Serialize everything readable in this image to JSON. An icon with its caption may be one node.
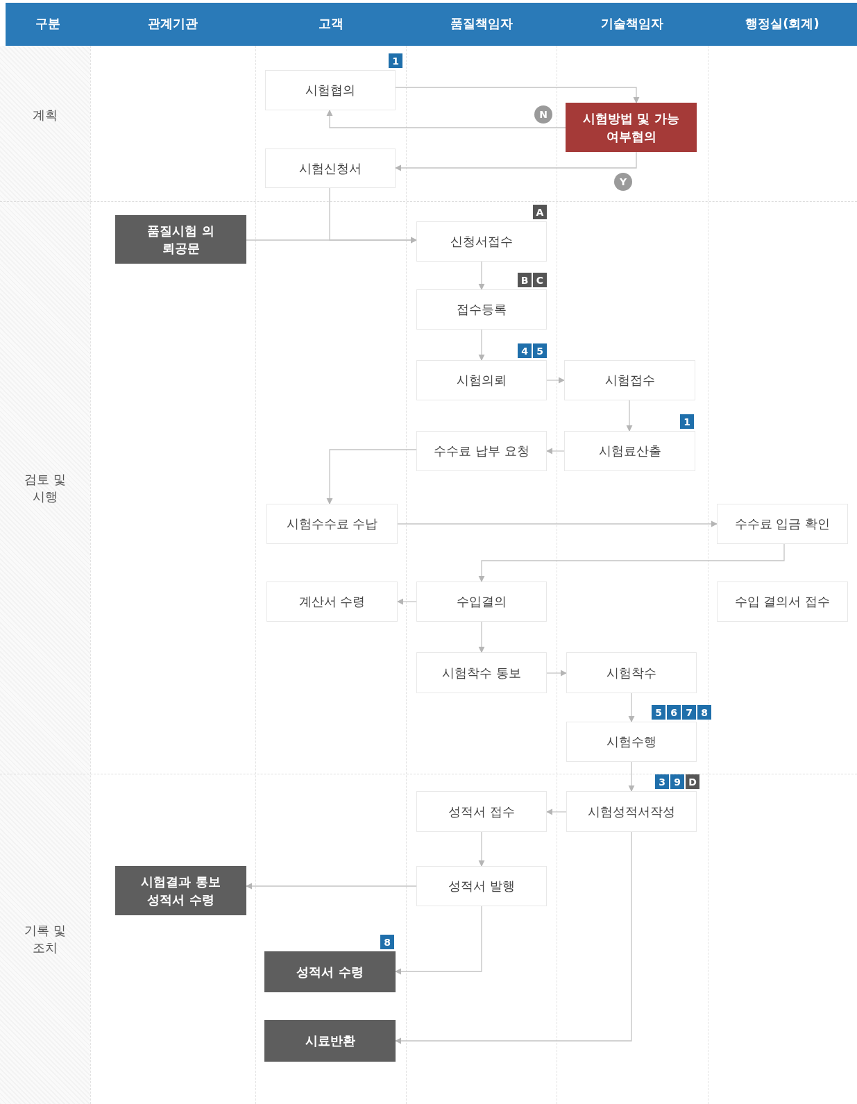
{
  "diagram": {
    "nodes": [
      {
        "text": [
          "시험협의"
        ],
        "beside": [
          "1"
        ]
      },
      {
        "text": [
          "시험방법 및 가능여부협의"
        ]
      },
      {
        "text": [
          "시험신청서"
        ]
      },
      {
        "text": [
          "품질시험 의뢰공문"
        ]
      },
      {
        "text": [
          "신청서접수"
        ],
        "beside": [
          "A"
        ]
      },
      {
        "text": [
          "접수등록"
        ],
        "beside": [
          "B",
          "C"
        ]
      },
      {
        "text": [
          "시험의뢰"
        ],
        "beside": [
          "4",
          "5"
        ]
      },
      {
        "text": [
          "시험접수"
        ]
      },
      {
        "text": [
          "시험료산출"
        ],
        "beside": [
          "1"
        ]
      },
      {
        "text": [
          "수수료 납부 요청"
        ]
      },
      {
        "text": [
          "시험수수료 수납"
        ]
      },
      {
        "text": [
          "수수료 입금 확인"
        ]
      },
      {
        "text": [
          "계산서 수령"
        ]
      },
      {
        "text": [
          "수입결의"
        ]
      },
      {
        "text": [
          "수입 결의서 접수"
        ]
      },
      {
        "text": [
          "시험착수 통보"
        ]
      },
      {
        "text": [
          "시험착수"
        ]
      },
      {
        "text": [
          "시험수행"
        ],
        "beside": [
          "5",
          "6",
          "7",
          "8"
        ]
      },
      {
        "text": [
          "시험성적서작성"
        ],
        "beside": [
          "3",
          "9",
          "D"
        ]
      },
      {
        "text": [
          "성적서 접수"
        ]
      },
      {
        "text": [
          "시험결과 통보 성적서 수령"
        ]
      },
      {
        "text": [
          "성적서 발행"
        ]
      },
      {
        "text": [
          "성적서 수령"
        ],
        "beside": [
          "8"
        ]
      },
      {
        "text": [
          "시료반환"
        ]
      }
    ],
    "edges": [
      {
        "from": 0,
        "to": 1,
        "arrow": "to"
      },
      {
        "from": 1,
        "to": 0,
        "arrow": "to",
        "label": "N"
      },
      {
        "from": 1,
        "to": 2,
        "arrow": "to",
        "label": "Y"
      },
      {
        "from": 2,
        "to": 4,
        "arrow": "to"
      },
      {
        "from": 3,
        "to": 4,
        "arrow": "to"
      },
      {
        "from": 4,
        "to": 5,
        "arrow": "to"
      },
      {
        "from": 5,
        "to": 6,
        "arrow": "to"
      },
      {
        "from": 6,
        "to": 7,
        "arrow": "to"
      },
      {
        "from": 7,
        "to": 8,
        "arrow": "to"
      },
      {
        "from": 8,
        "to": 9,
        "arrow": "to"
      },
      {
        "from": 9,
        "to": 10,
        "arrow": "to"
      },
      {
        "from": 10,
        "to": 11,
        "arrow": "to"
      },
      {
        "from": 11,
        "to": 13,
        "arrow": "to"
      },
      {
        "from": 13,
        "to": 12,
        "arrow": "to"
      },
      {
        "from": 13,
        "to": 15,
        "arrow": "to"
      },
      {
        "from": 15,
        "to": 16,
        "arrow": "to"
      },
      {
        "from": 16,
        "to": 17,
        "arrow": "to"
      },
      {
        "from": 17,
        "to": 18,
        "arrow": "to"
      },
      {
        "from": 18,
        "to": 19,
        "arrow": "to"
      },
      {
        "from": 19,
        "to": 21,
        "arrow": "to"
      },
      {
        "from": 21,
        "to": 20,
        "arrow": "to"
      },
      {
        "from": 21,
        "to": 22,
        "arrow": "to"
      },
      {
        "from": 18,
        "to": 23,
        "arrow": "to"
      }
    ],
    "labels": [
      "구분",
      "관계기관",
      "고객",
      "품질책임자",
      "기술책임자",
      "행정실(회계)",
      "계획",
      "검토 및 시행",
      "기록 및 조치"
    ]
  }
}
